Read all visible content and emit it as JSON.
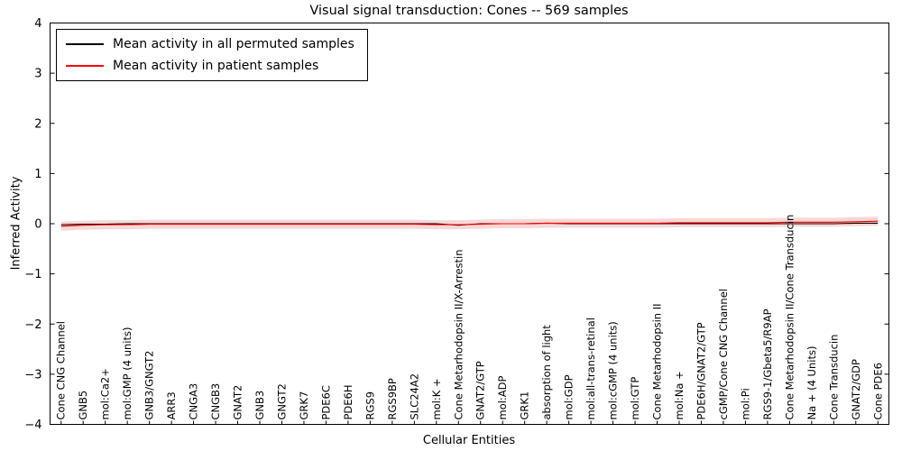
{
  "title": "Visual signal transduction: Cones -- 569 samples",
  "legend": {
    "items": [
      {
        "label": "Mean activity in all permuted samples",
        "color": "#000000"
      },
      {
        "label": "Mean activity in patient samples",
        "color": "#ff0000"
      }
    ]
  },
  "chart_data": {
    "type": "line",
    "title": "Visual signal transduction: Cones -- 569 samples",
    "xlabel": "Cellular Entities",
    "ylabel": "Inferred Activity",
    "ylim": [
      -4,
      4
    ],
    "yticks": [
      -4,
      -3,
      -2,
      -1,
      0,
      1,
      2,
      3,
      4
    ],
    "grid": false,
    "legend_position": "upper left",
    "categories": [
      "Cone CNG Channel",
      "GNB5",
      "mol:Ca2+",
      "mol:GMP (4 units)",
      "GNB3/GNGT2",
      "ARR3",
      "CNGA3",
      "CNGB3",
      "GNAT2",
      "GNB3",
      "GNGT2",
      "GRK7",
      "PDE6C",
      "PDE6H",
      "RGS9",
      "RGS9BP",
      "SLC24A2",
      "mol:K +",
      "Cone Metarhodopsin II/X-Arrestin",
      "GNAT2/GTP",
      "mol:ADP",
      "GRK1",
      "absorption of light",
      "mol:GDP",
      "mol:all-trans-retinal",
      "mol:cGMP (4 units)",
      "mol:GTP",
      "Cone Metarhodopsin II",
      "mol:Na +",
      "PDE6H/GNAT2/GTP",
      "cGMP/Cone CNG Channel",
      "mol:Pi",
      "RGS9-1/Gbeta5/R9AP",
      "Cone Metarhodopsin II/Cone Transducin",
      "Na + (4 Units)",
      "Cone Transducin",
      "GNAT2/GDP",
      "Cone PDE6"
    ],
    "series": [
      {
        "name": "Mean activity in all permuted samples",
        "color": "#000000",
        "values": [
          -0.02,
          -0.01,
          -0.01,
          0.0,
          0.0,
          0.0,
          0.0,
          0.0,
          0.0,
          0.0,
          0.0,
          0.0,
          0.0,
          0.0,
          0.0,
          0.0,
          0.0,
          0.0,
          -0.03,
          0.0,
          0.0,
          0.0,
          0.01,
          0.0,
          0.0,
          0.0,
          0.0,
          0.0,
          0.0,
          0.0,
          0.0,
          0.0,
          0.0,
          0.0,
          0.0,
          0.0,
          0.01,
          0.01
        ]
      },
      {
        "name": "Mean activity in patient samples",
        "color": "#ff0000",
        "values": [
          -0.05,
          -0.03,
          -0.02,
          -0.02,
          -0.01,
          -0.01,
          -0.01,
          -0.01,
          -0.01,
          -0.01,
          -0.01,
          -0.01,
          -0.01,
          -0.01,
          -0.01,
          -0.01,
          -0.01,
          -0.02,
          -0.02,
          -0.01,
          0.0,
          0.0,
          0.01,
          0.01,
          0.01,
          0.01,
          0.01,
          0.01,
          0.02,
          0.02,
          0.02,
          0.02,
          0.02,
          0.03,
          0.03,
          0.03,
          0.04,
          0.05
        ]
      }
    ],
    "band": {
      "series": "Mean activity in patient samples",
      "half_width": 0.09,
      "color": "#f2b6b6"
    }
  }
}
